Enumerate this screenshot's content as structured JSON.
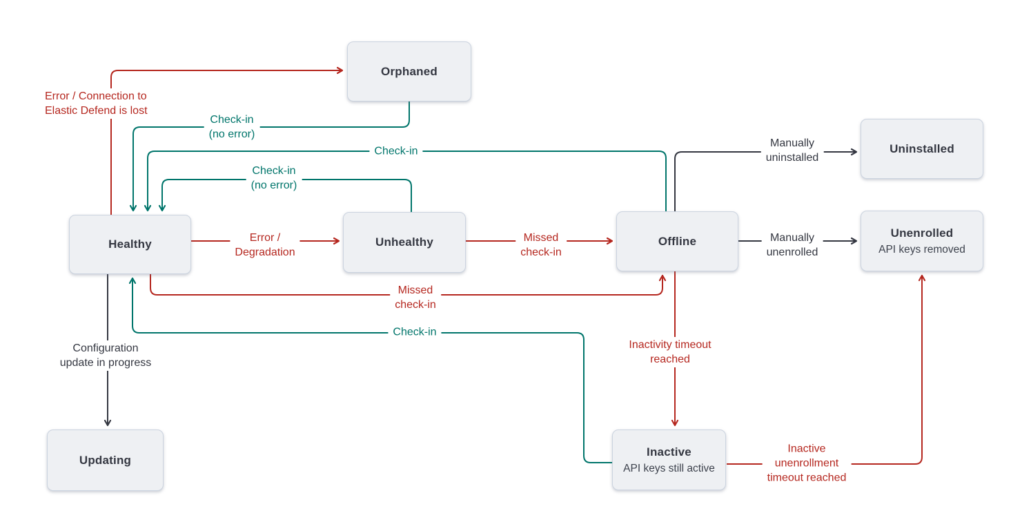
{
  "diagram": {
    "description": "Agent status state diagram",
    "colors": {
      "error_red": "#b5271f",
      "checkin_teal": "#00756b",
      "neutral_dark": "#343741",
      "node_fill": "#eef0f3",
      "node_border": "#cbd3df",
      "background": "#ffffff"
    }
  },
  "nodes": {
    "orphaned": {
      "title": "Orphaned"
    },
    "uninstalled": {
      "title": "Uninstalled"
    },
    "healthy": {
      "title": "Healthy"
    },
    "unhealthy": {
      "title": "Unhealthy"
    },
    "offline": {
      "title": "Offline"
    },
    "unenrolled": {
      "title": "Unenrolled",
      "subtitle": "API keys removed"
    },
    "updating": {
      "title": "Updating"
    },
    "inactive": {
      "title": "Inactive",
      "subtitle": "API keys still active"
    }
  },
  "edges": {
    "healthy_to_orphaned": {
      "from": "Healthy",
      "to": "Orphaned",
      "color": "#b5271f",
      "label": "Error / Connection to\nElastic Defend is lost"
    },
    "orphaned_to_healthy": {
      "from": "Orphaned",
      "to": "Healthy",
      "color": "#00756b",
      "label": "Check-in\n(no error)"
    },
    "offline_to_healthy": {
      "from": "Offline",
      "to": "Healthy",
      "color": "#00756b",
      "label": "Check-in"
    },
    "unhealthy_to_healthy": {
      "from": "Unhealthy",
      "to": "Healthy",
      "color": "#00756b",
      "label": "Check-in\n(no error)"
    },
    "healthy_to_unhealthy": {
      "from": "Healthy",
      "to": "Unhealthy",
      "color": "#b5271f",
      "label": "Error /\nDegradation"
    },
    "unhealthy_to_offline": {
      "from": "Unhealthy",
      "to": "Offline",
      "color": "#b5271f",
      "label": "Missed\ncheck-in"
    },
    "healthy_to_offline": {
      "from": "Healthy",
      "to": "Offline",
      "color": "#b5271f",
      "label": "Missed\ncheck-in"
    },
    "offline_to_uninstalled": {
      "from": "Offline",
      "to": "Uninstalled",
      "color": "#343741",
      "label": "Manually\nuninstalled"
    },
    "offline_to_unenrolled": {
      "from": "Offline",
      "to": "Unenrolled",
      "color": "#343741",
      "label": "Manually\nunenrolled"
    },
    "offline_to_inactive": {
      "from": "Offline",
      "to": "Inactive",
      "color": "#b5271f",
      "label": "Inactivity timeout\nreached"
    },
    "inactive_to_unenrolled": {
      "from": "Inactive",
      "to": "Unenrolled",
      "color": "#b5271f",
      "label": "Inactive\nunenrollment\ntimeout reached"
    },
    "inactive_to_healthy": {
      "from": "Inactive",
      "to": "Healthy",
      "color": "#00756b",
      "label": "Check-in"
    },
    "healthy_to_updating": {
      "from": "Healthy",
      "to": "Updating",
      "color": "#343741",
      "label": "Configuration\nupdate in progress"
    }
  }
}
